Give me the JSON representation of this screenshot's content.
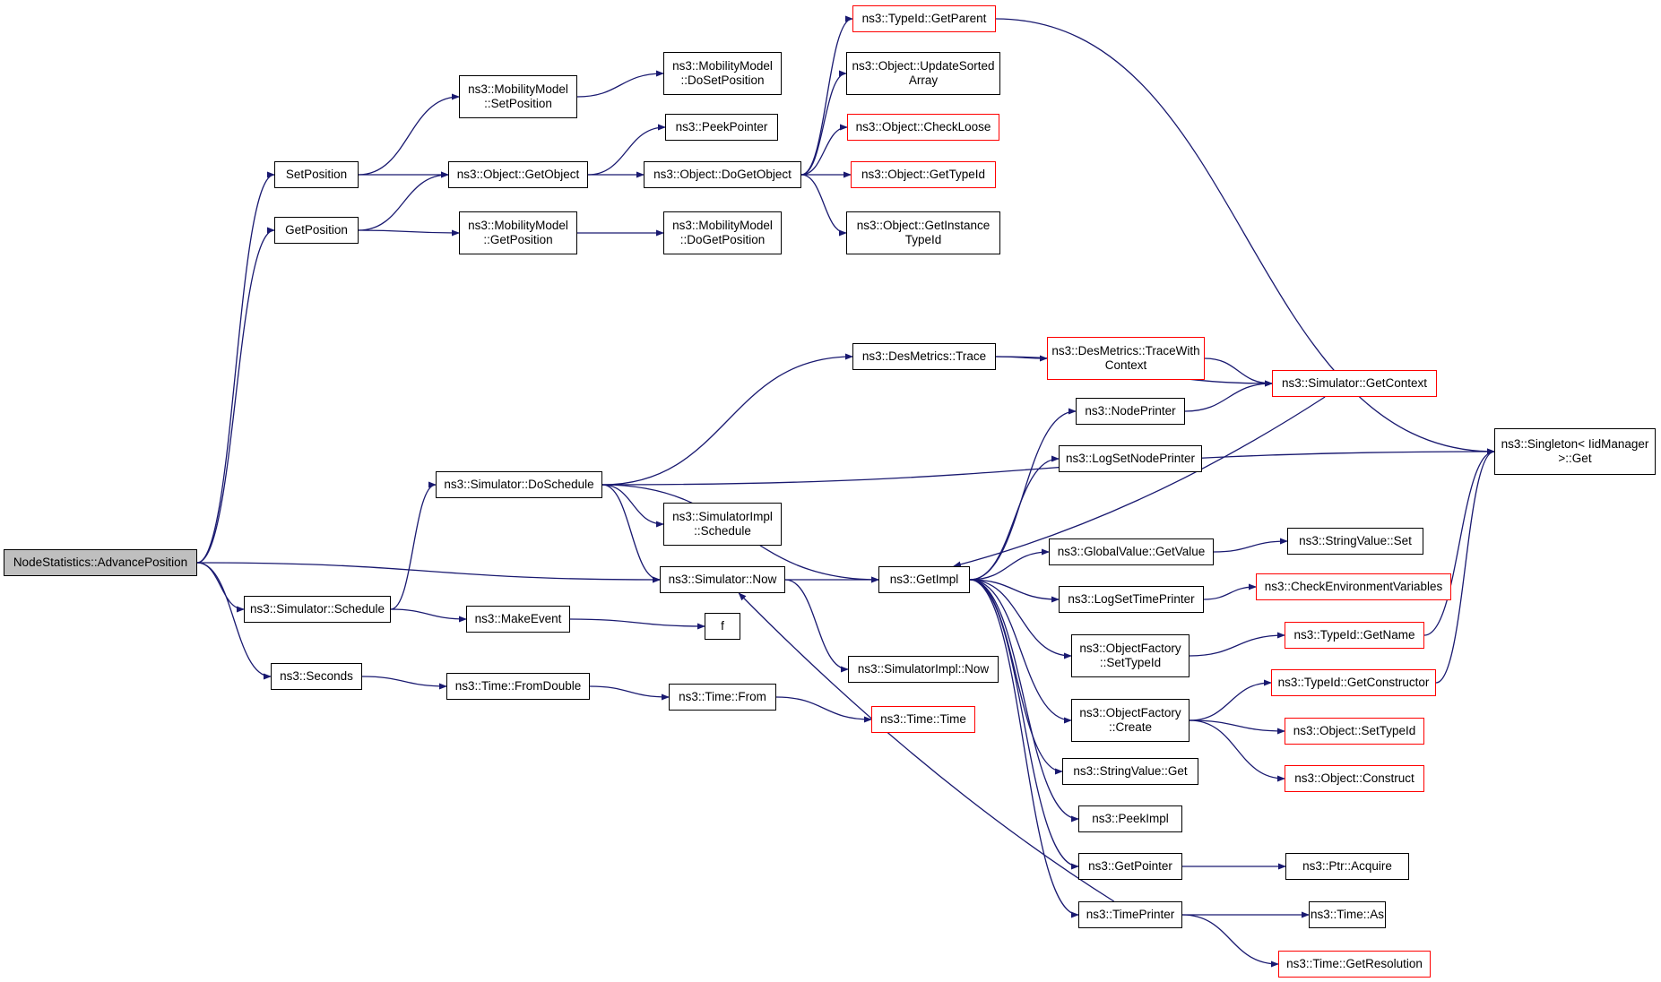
{
  "nodes": {
    "node_statistics_advance_position": {
      "label": "NodeStatistics::AdvancePosition",
      "border": "black",
      "highlight": true
    },
    "set_position": {
      "label": "SetPosition",
      "border": "black"
    },
    "get_position": {
      "label": "GetPosition",
      "border": "black"
    },
    "simulator_schedule": {
      "label": "ns3::Simulator::Schedule",
      "border": "black"
    },
    "seconds": {
      "label": "ns3::Seconds",
      "border": "black"
    },
    "mobilitymodel_set_position": {
      "label": "ns3::MobilityModel\n::SetPosition",
      "border": "black"
    },
    "object_get_object": {
      "label": "ns3::Object::GetObject",
      "border": "black"
    },
    "mobilitymodel_get_position": {
      "label": "ns3::MobilityModel\n::GetPosition",
      "border": "black"
    },
    "simulator_do_schedule": {
      "label": "ns3::Simulator::DoSchedule",
      "border": "black"
    },
    "make_event": {
      "label": "ns3::MakeEvent",
      "border": "black"
    },
    "time_from_double": {
      "label": "ns3::Time::FromDouble",
      "border": "black"
    },
    "mobilitymodel_do_set_position": {
      "label": "ns3::MobilityModel\n::DoSetPosition",
      "border": "black"
    },
    "peek_pointer": {
      "label": "ns3::PeekPointer",
      "border": "black"
    },
    "object_do_get_object": {
      "label": "ns3::Object::DoGetObject",
      "border": "black"
    },
    "mobilitymodel_do_get_position": {
      "label": "ns3::MobilityModel\n::DoGetPosition",
      "border": "black"
    },
    "simulatorimpl_schedule": {
      "label": "ns3::SimulatorImpl\n::Schedule",
      "border": "black"
    },
    "simulator_now": {
      "label": "ns3::Simulator::Now",
      "border": "black"
    },
    "f": {
      "label": "f",
      "border": "black"
    },
    "time_from": {
      "label": "ns3::Time::From",
      "border": "black"
    },
    "typeid_get_parent": {
      "label": "ns3::TypeId::GetParent",
      "border": "red"
    },
    "object_update_sorted_array": {
      "label": "ns3::Object::UpdateSorted\nArray",
      "border": "black"
    },
    "object_check_loose": {
      "label": "ns3::Object::CheckLoose",
      "border": "red"
    },
    "object_get_type_id": {
      "label": "ns3::Object::GetTypeId",
      "border": "red"
    },
    "object_get_instance_type_id": {
      "label": "ns3::Object::GetInstance\nTypeId",
      "border": "black"
    },
    "desmetrics_trace": {
      "label": "ns3::DesMetrics::Trace",
      "border": "black"
    },
    "get_impl": {
      "label": "ns3::GetImpl",
      "border": "black"
    },
    "simulatorimpl_now": {
      "label": "ns3::SimulatorImpl::Now",
      "border": "black"
    },
    "time_time": {
      "label": "ns3::Time::Time",
      "border": "red"
    },
    "desmetrics_trace_with_context": {
      "label": "ns3::DesMetrics::TraceWith\nContext",
      "border": "red"
    },
    "node_printer": {
      "label": "ns3::NodePrinter",
      "border": "black"
    },
    "log_set_node_printer": {
      "label": "ns3::LogSetNodePrinter",
      "border": "black"
    },
    "global_value_get_value": {
      "label": "ns3::GlobalValue::GetValue",
      "border": "black"
    },
    "log_set_time_printer": {
      "label": "ns3::LogSetTimePrinter",
      "border": "black"
    },
    "object_factory_set_type_id": {
      "label": "ns3::ObjectFactory\n::SetTypeId",
      "border": "black"
    },
    "object_factory_create": {
      "label": "ns3::ObjectFactory\n::Create",
      "border": "black"
    },
    "string_value_get": {
      "label": "ns3::StringValue::Get",
      "border": "black"
    },
    "peek_impl": {
      "label": "ns3::PeekImpl",
      "border": "black"
    },
    "get_pointer": {
      "label": "ns3::GetPointer",
      "border": "black"
    },
    "time_printer": {
      "label": "ns3::TimePrinter",
      "border": "black"
    },
    "simulator_get_context": {
      "label": "ns3::Simulator::GetContext",
      "border": "red"
    },
    "string_value_set": {
      "label": "ns3::StringValue::Set",
      "border": "black"
    },
    "check_environment_variables": {
      "label": "ns3::CheckEnvironmentVariables",
      "border": "red"
    },
    "typeid_get_name": {
      "label": "ns3::TypeId::GetName",
      "border": "red"
    },
    "typeid_get_constructor": {
      "label": "ns3::TypeId::GetConstructor",
      "border": "red"
    },
    "object_set_type_id": {
      "label": "ns3::Object::SetTypeId",
      "border": "red"
    },
    "object_construct": {
      "label": "ns3::Object::Construct",
      "border": "red"
    },
    "ptr_acquire": {
      "label": "ns3::Ptr::Acquire",
      "border": "black"
    },
    "time_as": {
      "label": "ns3::Time::As",
      "border": "black"
    },
    "time_get_resolution": {
      "label": "ns3::Time::GetResolution",
      "border": "red"
    },
    "singleton_iid_manager_get": {
      "label": "ns3::Singleton< IidManager\n>::Get",
      "border": "black"
    }
  },
  "edges": [
    [
      "node_statistics_advance_position",
      "set_position"
    ],
    [
      "node_statistics_advance_position",
      "get_position"
    ],
    [
      "node_statistics_advance_position",
      "simulator_now"
    ],
    [
      "node_statistics_advance_position",
      "simulator_schedule"
    ],
    [
      "node_statistics_advance_position",
      "seconds"
    ],
    [
      "set_position",
      "mobilitymodel_set_position"
    ],
    [
      "set_position",
      "object_get_object"
    ],
    [
      "get_position",
      "object_get_object"
    ],
    [
      "get_position",
      "mobilitymodel_get_position"
    ],
    [
      "simulator_schedule",
      "simulator_do_schedule"
    ],
    [
      "simulator_schedule",
      "make_event"
    ],
    [
      "seconds",
      "time_from_double"
    ],
    [
      "mobilitymodel_set_position",
      "mobilitymodel_do_set_position"
    ],
    [
      "object_get_object",
      "peek_pointer"
    ],
    [
      "object_get_object",
      "object_do_get_object"
    ],
    [
      "mobilitymodel_get_position",
      "mobilitymodel_do_get_position"
    ],
    [
      "simulator_do_schedule",
      "desmetrics_trace"
    ],
    [
      "simulator_do_schedule",
      "simulatorimpl_schedule"
    ],
    [
      "simulator_do_schedule",
      "simulator_now"
    ],
    [
      "simulator_do_schedule",
      "get_impl"
    ],
    [
      "simulator_do_schedule",
      "singleton_iid_manager_get"
    ],
    [
      "make_event",
      "f"
    ],
    [
      "time_from_double",
      "time_from"
    ],
    [
      "time_from",
      "time_time"
    ],
    [
      "object_do_get_object",
      "typeid_get_parent"
    ],
    [
      "object_do_get_object",
      "object_update_sorted_array"
    ],
    [
      "object_do_get_object",
      "object_check_loose"
    ],
    [
      "object_do_get_object",
      "object_get_type_id"
    ],
    [
      "object_do_get_object",
      "object_get_instance_type_id"
    ],
    [
      "typeid_get_parent",
      "singleton_iid_manager_get"
    ],
    [
      "desmetrics_trace",
      "desmetrics_trace_with_context"
    ],
    [
      "desmetrics_trace",
      "simulator_get_context"
    ],
    [
      "desmetrics_trace_with_context",
      "simulator_get_context"
    ],
    [
      "simulator_now",
      "get_impl"
    ],
    [
      "simulator_now",
      "simulatorimpl_now"
    ],
    [
      "get_impl",
      "node_printer"
    ],
    [
      "get_impl",
      "log_set_node_printer"
    ],
    [
      "get_impl",
      "global_value_get_value"
    ],
    [
      "get_impl",
      "log_set_time_printer"
    ],
    [
      "get_impl",
      "object_factory_set_type_id"
    ],
    [
      "get_impl",
      "object_factory_create"
    ],
    [
      "get_impl",
      "string_value_get"
    ],
    [
      "get_impl",
      "peek_impl"
    ],
    [
      "get_impl",
      "get_pointer"
    ],
    [
      "get_impl",
      "time_printer"
    ],
    [
      "node_printer",
      "simulator_get_context"
    ],
    [
      "simulator_get_context",
      "get_impl"
    ],
    [
      "time_printer",
      "simulator_now"
    ],
    [
      "global_value_get_value",
      "string_value_set"
    ],
    [
      "log_set_time_printer",
      "check_environment_variables"
    ],
    [
      "object_factory_set_type_id",
      "typeid_get_name"
    ],
    [
      "object_factory_create",
      "typeid_get_constructor"
    ],
    [
      "object_factory_create",
      "object_set_type_id"
    ],
    [
      "object_factory_create",
      "object_construct"
    ],
    [
      "typeid_get_name",
      "singleton_iid_manager_get"
    ],
    [
      "typeid_get_constructor",
      "singleton_iid_manager_get"
    ],
    [
      "get_pointer",
      "ptr_acquire"
    ],
    [
      "time_printer",
      "time_as"
    ],
    [
      "time_printer",
      "time_get_resolution"
    ]
  ],
  "colors": {
    "edge": "#191970",
    "node_border": "#000000",
    "external_border": "#ff0000",
    "highlight_fill": "#bfbfbf"
  }
}
